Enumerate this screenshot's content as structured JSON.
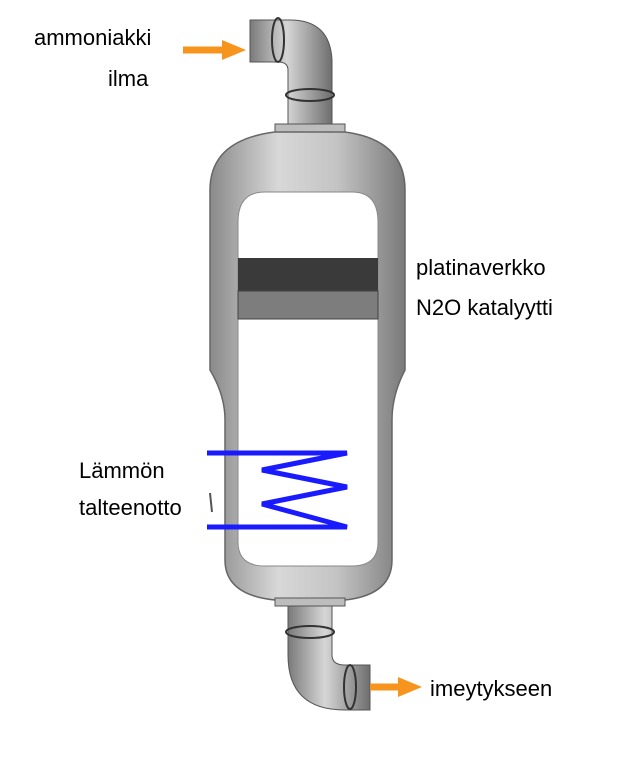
{
  "labels": {
    "input_1": "ammoniakki",
    "input_2": "ilma",
    "catalyst_1": "platinaverkko",
    "catalyst_2": "N2O katalyytti",
    "heat_1": "Lämmön",
    "heat_2": "talteenotto",
    "output": "imeytykseen"
  },
  "colors": {
    "arrow": "#f7941d",
    "coil": "#1a1aff",
    "vessel_shell": "#b9b9b9",
    "vessel_interior": "#ffffff",
    "platinum_layer": "#3a3a3a",
    "n2o_layer": "#7d7d7d"
  }
}
